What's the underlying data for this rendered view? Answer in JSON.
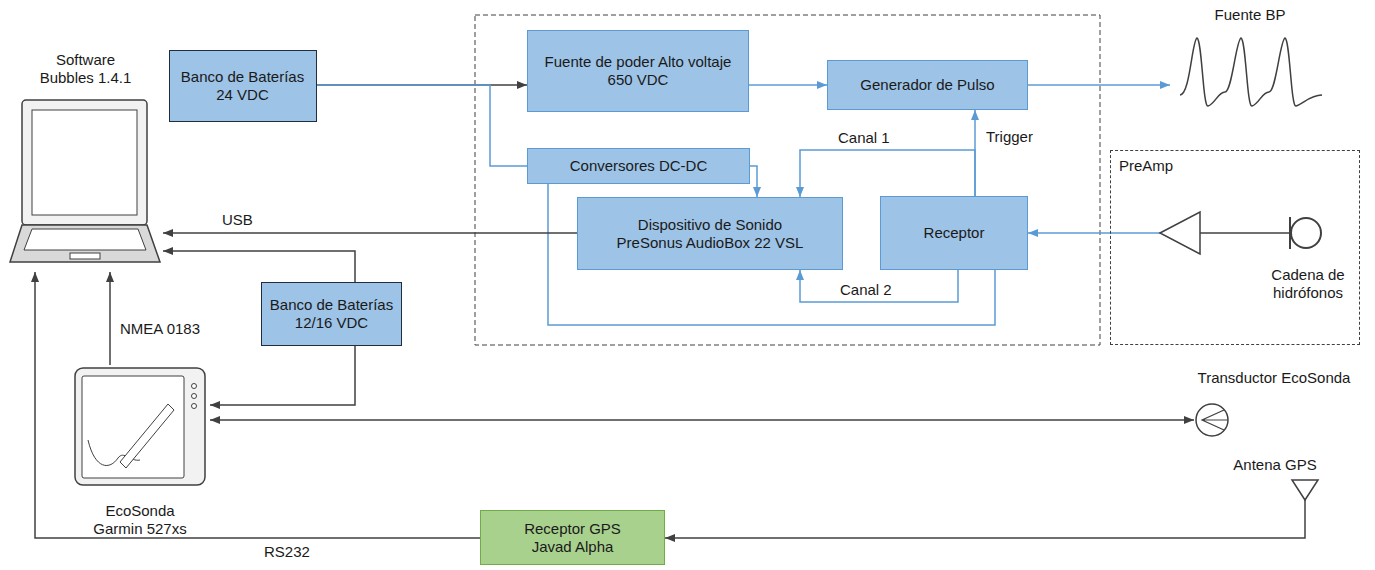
{
  "diagram": {
    "nodes": [
      {
        "text": [
          "Software Bubbles 1.4.1"
        ]
      },
      {
        "text": [
          "Banco de Baterías 24 VDC"
        ]
      },
      {
        "text": [
          "Fuente de poder Alto voltaje 650 VDC"
        ]
      },
      {
        "text": [
          "Generador de Pulso"
        ]
      },
      {
        "text": [
          "Fuente BP"
        ]
      },
      {
        "text": [
          "Conversores DC-DC"
        ]
      },
      {
        "text": [
          "Dispositivo de Sonido PreSonus AudioBox 22 VSL"
        ]
      },
      {
        "text": [
          "Receptor"
        ]
      },
      {
        "text": [
          "PreAmp"
        ]
      },
      {
        "text": [
          "Cadena de hidrófonos"
        ],
        "in": 8
      },
      {
        "text": [
          "Banco de Baterías 12/16 VDC"
        ]
      },
      {
        "text": [
          "EcoSonda Garmin 527xs"
        ]
      },
      {
        "text": [
          "Transductor EcoSonda"
        ]
      },
      {
        "text": [
          "Antena GPS"
        ]
      },
      {
        "text": [
          "Receptor GPS Javad Alpha"
        ]
      }
    ],
    "edges": [
      {
        "from": 1,
        "to": 2,
        "arrow": "to"
      },
      {
        "from": 1,
        "to": 5,
        "arrow": "none"
      },
      {
        "from": 2,
        "to": 3,
        "arrow": "to"
      },
      {
        "from": 3,
        "to": 4,
        "arrow": "to"
      },
      {
        "from": 5,
        "to": 6,
        "arrow": "to"
      },
      {
        "from": 7,
        "to": 3,
        "label": "Trigger",
        "arrow": "to"
      },
      {
        "from": 7,
        "to": 6,
        "label": "Canal 1",
        "arrow": "to"
      },
      {
        "from": 7,
        "to": 6,
        "label": "Canal 2",
        "arrow": "to"
      },
      {
        "from": 5,
        "to": 7,
        "arrow": "none"
      },
      {
        "from": 8,
        "to": 7,
        "arrow": "to"
      },
      {
        "from": 6,
        "to": 0,
        "label": "USB",
        "arrow": "to"
      },
      {
        "from": 10,
        "to": 0,
        "arrow": "to"
      },
      {
        "from": 10,
        "to": 11,
        "arrow": "to"
      },
      {
        "from": 11,
        "to": 0,
        "label": "NMEA 0183",
        "arrow": "to"
      },
      {
        "from": 11,
        "to": 12,
        "arrow": "both"
      },
      {
        "from": 13,
        "to": 14,
        "arrow": "to"
      },
      {
        "from": 14,
        "to": 0,
        "label": "RS232",
        "arrow": "to"
      }
    ]
  }
}
